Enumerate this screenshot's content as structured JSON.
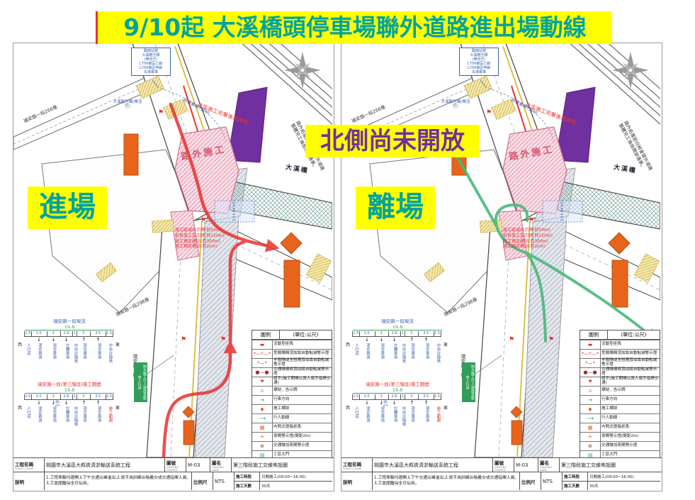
{
  "banner": {
    "text": "9/10起 大溪橋頭停車場聯外道路進出場動線"
  },
  "north_notice": {
    "text": "北側尚未開放"
  },
  "colors": {
    "banner_bg": "#ffff00",
    "banner_text": "#00a39e",
    "notice_text": "#7030a0",
    "enter_route": "#e8312f",
    "exit_route": "#49b97e",
    "bridge_structure_purple": "#7030a0",
    "construction_orange": "#e8641b",
    "offroad_pink": "#e8a0b4"
  },
  "maps": [
    {
      "side_label": "進場"
    },
    {
      "side_label": "離場"
    }
  ],
  "map_common": {
    "labels": {
      "road_266": "瑞安路一段266巷",
      "road_298": "瑞安路一段298巷",
      "road_ruian": "瑞安路一段",
      "bridge": "大溪橋",
      "offroad_construction": "路外施工",
      "plaza_note": "此區施工完畢後為廣場",
      "widen_note_1": "路外拓寬部分將會堤外道路",
      "widen_note_2": "整體完工後始開放通車。",
      "ped_notice": "前方施工行人請改走對向人行道",
      "dim_19": "19"
    },
    "bus_stop": {
      "box_lines": [
        "臨時站牌",
        "大溪觀光橋",
        "(樂活巴)",
        "L709東區乙線",
        "L708東區甲線",
        "先導專車"
      ],
      "stop_label": "大溪觀光橋(樂活巴)",
      "arc_label": "前導專車750m"
    },
    "sign_notes": [
      "施工區域告示牌(前50m)",
      "前有施工告示牌(前150m)",
      "施工預告標誌(前300m)",
      "施工預告標誌(前1km)"
    ],
    "legend": {
      "header_left": "圖例",
      "header_right": "(單位:公尺)",
      "items": [
        {
          "icon": "barrier",
          "label": "活動型拒馬"
        },
        {
          "icon": "rail-lights",
          "label": "型鋼護欄頂加設自動點滅警示燈"
        },
        {
          "icon": "fence-lights",
          "label": "半阻隔或全阻隔頂加設自動點滅警示燈"
        },
        {
          "icon": "cone-bar-lights",
          "label": "交通錐連桿頂加設自動點滅警示燈"
        },
        {
          "icon": "flag",
          "label": "旗手(施工期間以真人旗手指揮交通)"
        },
        {
          "icon": "sign-board",
          "label": "標誌、告示牌"
        },
        {
          "icon": "green-arrow",
          "label": "行車方向"
        },
        {
          "icon": "orange-diamond",
          "label": "施工標誌"
        },
        {
          "icon": "ped-dashed",
          "label": "行人動線"
        },
        {
          "icon": "light-box",
          "label": "內照式燈箱拒馬"
        },
        {
          "icon": "night-light",
          "label": "夜間警示燈(間距2m)"
        },
        {
          "icon": "cone-night",
          "label": "交通錐加夜間警示燈"
        },
        {
          "icon": "gate",
          "label": "工區大門"
        }
      ]
    },
    "cross_sections": [
      {
        "phase": "current",
        "title": "瑞安路一段現況",
        "total": "19.8",
        "widths": [
          "1.5",
          "3.5",
          "3",
          "2.8",
          "1",
          "3",
          "3.5",
          "1.5"
        ],
        "arrows": [
          "",
          "↓",
          "↓",
          "↓",
          "",
          "↑",
          "↑",
          ""
        ],
        "lanes": [
          "人行道",
          "混合車道",
          "混合車道",
          "左轉車道",
          "中央分隔島",
          "混合車道",
          "混合車道",
          "中央分隔島"
        ],
        "west": "西",
        "east": "東"
      },
      {
        "phase": "construction",
        "title": "瑞安路一段(第三階段)施工期間",
        "total": "19.8",
        "widths": [
          "1.5",
          "3.5",
          "3",
          "2.8",
          "1",
          "3",
          "3.5",
          "1.5"
        ],
        "arrows": [
          "",
          "↓",
          "↓",
          "↓",
          "",
          "↑",
          "↑",
          ""
        ],
        "lanes": [
          "人行道",
          "混合車道",
          "混合車道",
          "左轉車道",
          "中央分隔島",
          "混合車道",
          "混合車道",
          "施工範圍"
        ],
        "west": "西",
        "east": "東"
      }
    ],
    "title_block": {
      "project_label": "工程名稱",
      "project_label_en": "PROJECT NAME",
      "project_name": "桃園市大溪區大嵙崁清淤輸送系統工程",
      "number_label": "圖號",
      "number_label_en": "DRAWING NUMBER",
      "number": "M-03",
      "name_label": "圖名",
      "name_label_en": "DRAWING NAME",
      "name": "第三階段施工交維佈設圖",
      "desc_label": "說明",
      "desc_line1": "1.工程車輛均避開上下午交通尖峰進出,2.旗手為訓練合格義交或交通指揮人員,",
      "desc_line2": "3.工區圍籬採全日佔用。",
      "scale_label": "比例尺",
      "scale": "NTS",
      "period_label": "施工時段",
      "period": "日間施工(09:00~16:00)",
      "days_label": "施工天數",
      "days": "30天"
    }
  }
}
